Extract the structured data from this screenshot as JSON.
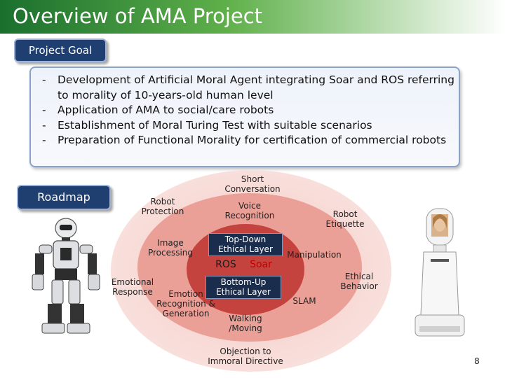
{
  "title": "Overview of AMA Project",
  "project_goal_label": "Project Goal",
  "goals": [
    "Development of Artificial Moral Agent integrating Soar and ROS referring to morality of 10-years-old human level",
    "Application of AMA to social/care robots",
    "Establishment of Moral Turing Test with suitable scenarios",
    "Preparation of Functional Morality for certification of commercial robots"
  ],
  "roadmap_label": "Roadmap",
  "diagram": {
    "short_conversation": [
      "Short",
      "Conversation"
    ],
    "voice_recognition": [
      "Voice",
      "Recognition"
    ],
    "robot_protection": [
      "Robot",
      "Protection"
    ],
    "robot_etiquette": [
      "Robot",
      "Etiquette"
    ],
    "image_processing": [
      "Image",
      "Processing"
    ],
    "top_down": [
      "Top-Down",
      "Ethical Layer"
    ],
    "manipulation": "Manipulation",
    "ros": "ROS",
    "soar": "Soar",
    "emotional_response": [
      "Emotional",
      "Response"
    ],
    "bottom_up": [
      "Bottom-Up",
      "Ethical Layer"
    ],
    "ethical_behavior": [
      "Ethical",
      "Behavior"
    ],
    "emotion_recognition": [
      "Emotion",
      "Recognition &",
      "Generation"
    ],
    "slam": "SLAM",
    "walking": [
      "Walking",
      "/Moving"
    ],
    "objection": [
      "Objection to",
      "Immoral Directive"
    ]
  },
  "colors": {
    "ros": "#1a1a1a",
    "soar": "#c00000",
    "title_green": "#2e8b3a",
    "tag_blue": "#1f3f70"
  },
  "page_number": "8"
}
